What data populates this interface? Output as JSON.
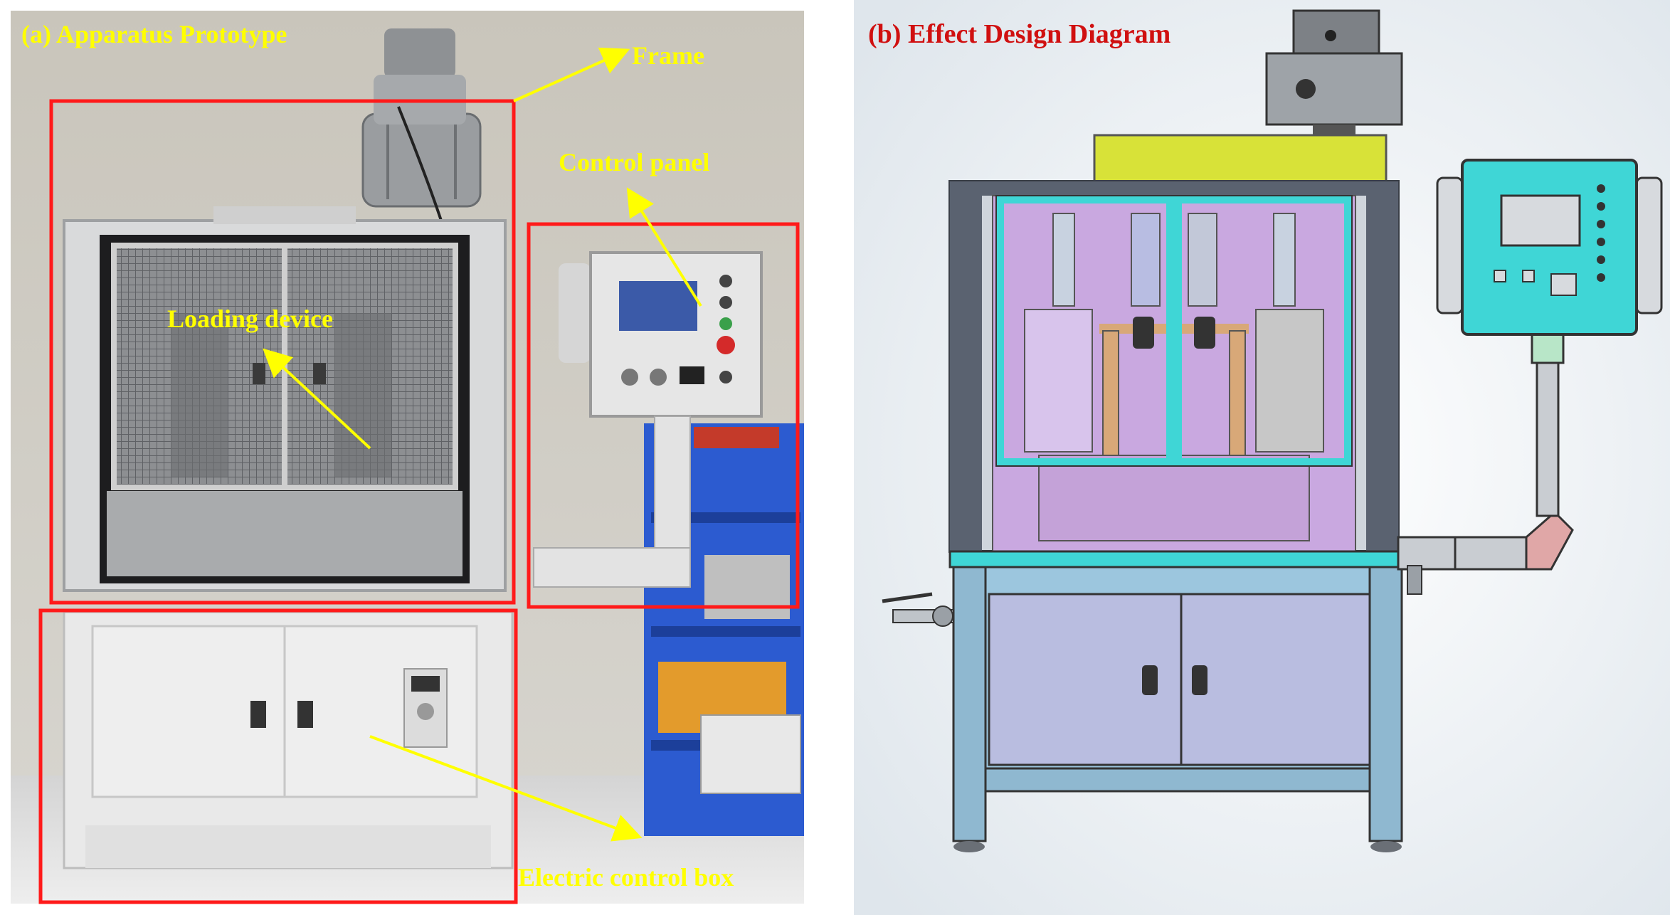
{
  "panel_a": {
    "title": "(a) Apparatus Prototype",
    "labels": {
      "frame": "Frame",
      "control_panel": "Control panel",
      "loading_device": "Loading device",
      "electric_control_box": "Electric control box"
    }
  },
  "panel_b": {
    "title": "(b)  Effect Design Diagram"
  },
  "colors": {
    "callout_box": "#ff1a1a",
    "annotation_text": "#ffff00",
    "title_b": "#d01010",
    "cad_frame": "#5a6270",
    "cad_cyan": "#3fd6d6",
    "cad_purple": "#c9a8e0",
    "cad_lightblue": "#9cc6de",
    "cad_yellow": "#d8e238"
  }
}
